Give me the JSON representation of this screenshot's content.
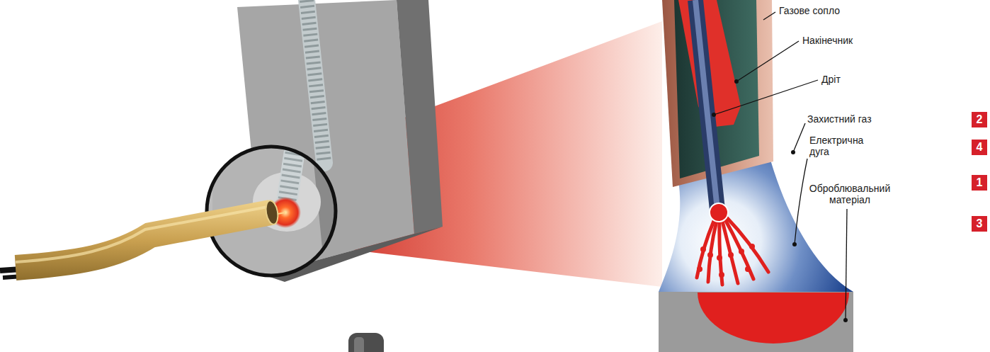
{
  "diagram": {
    "labels": [
      "Газове сопло",
      "Накінечник",
      "Дріт",
      "2",
      "Захистний газ",
      "4",
      "Електрична дуга",
      "1",
      "Оброблювальний матеріал",
      "3"
    ]
  }
}
